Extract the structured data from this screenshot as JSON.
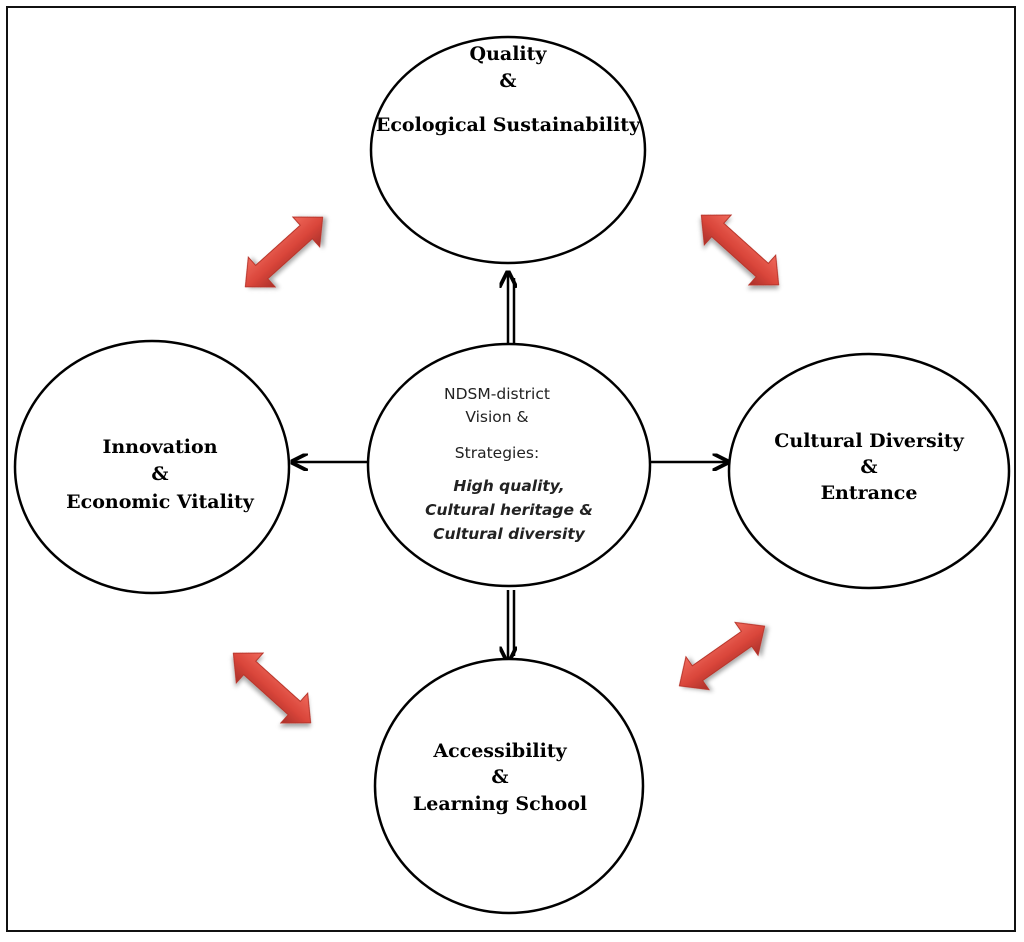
{
  "center": {
    "line1": "NDSM-district",
    "line2": "Vision &",
    "line3": "Strategies:",
    "italic1": "High quality,",
    "italic2": "Cultural heritage  &",
    "italic3": "Cultural diversity"
  },
  "nodes": {
    "top": {
      "line1": "Quality",
      "line2": "&",
      "line3": "Ecological Sustainability"
    },
    "left": {
      "line1": "Innovation",
      "line2": "&",
      "line3": "Economic Vitality"
    },
    "right": {
      "line1": "Cultural Diversity",
      "line2": "&",
      "line3": "Entrance"
    },
    "bottom": {
      "line1": "Accessibility",
      "line2": "&",
      "line3": "Learning School"
    }
  },
  "colors": {
    "stroke": "#000000",
    "double_arrow": "#d9453a",
    "double_arrow_dark": "#9c2a22"
  },
  "icons": {
    "connector": "arrow",
    "corner": "double-headed-arrow"
  }
}
